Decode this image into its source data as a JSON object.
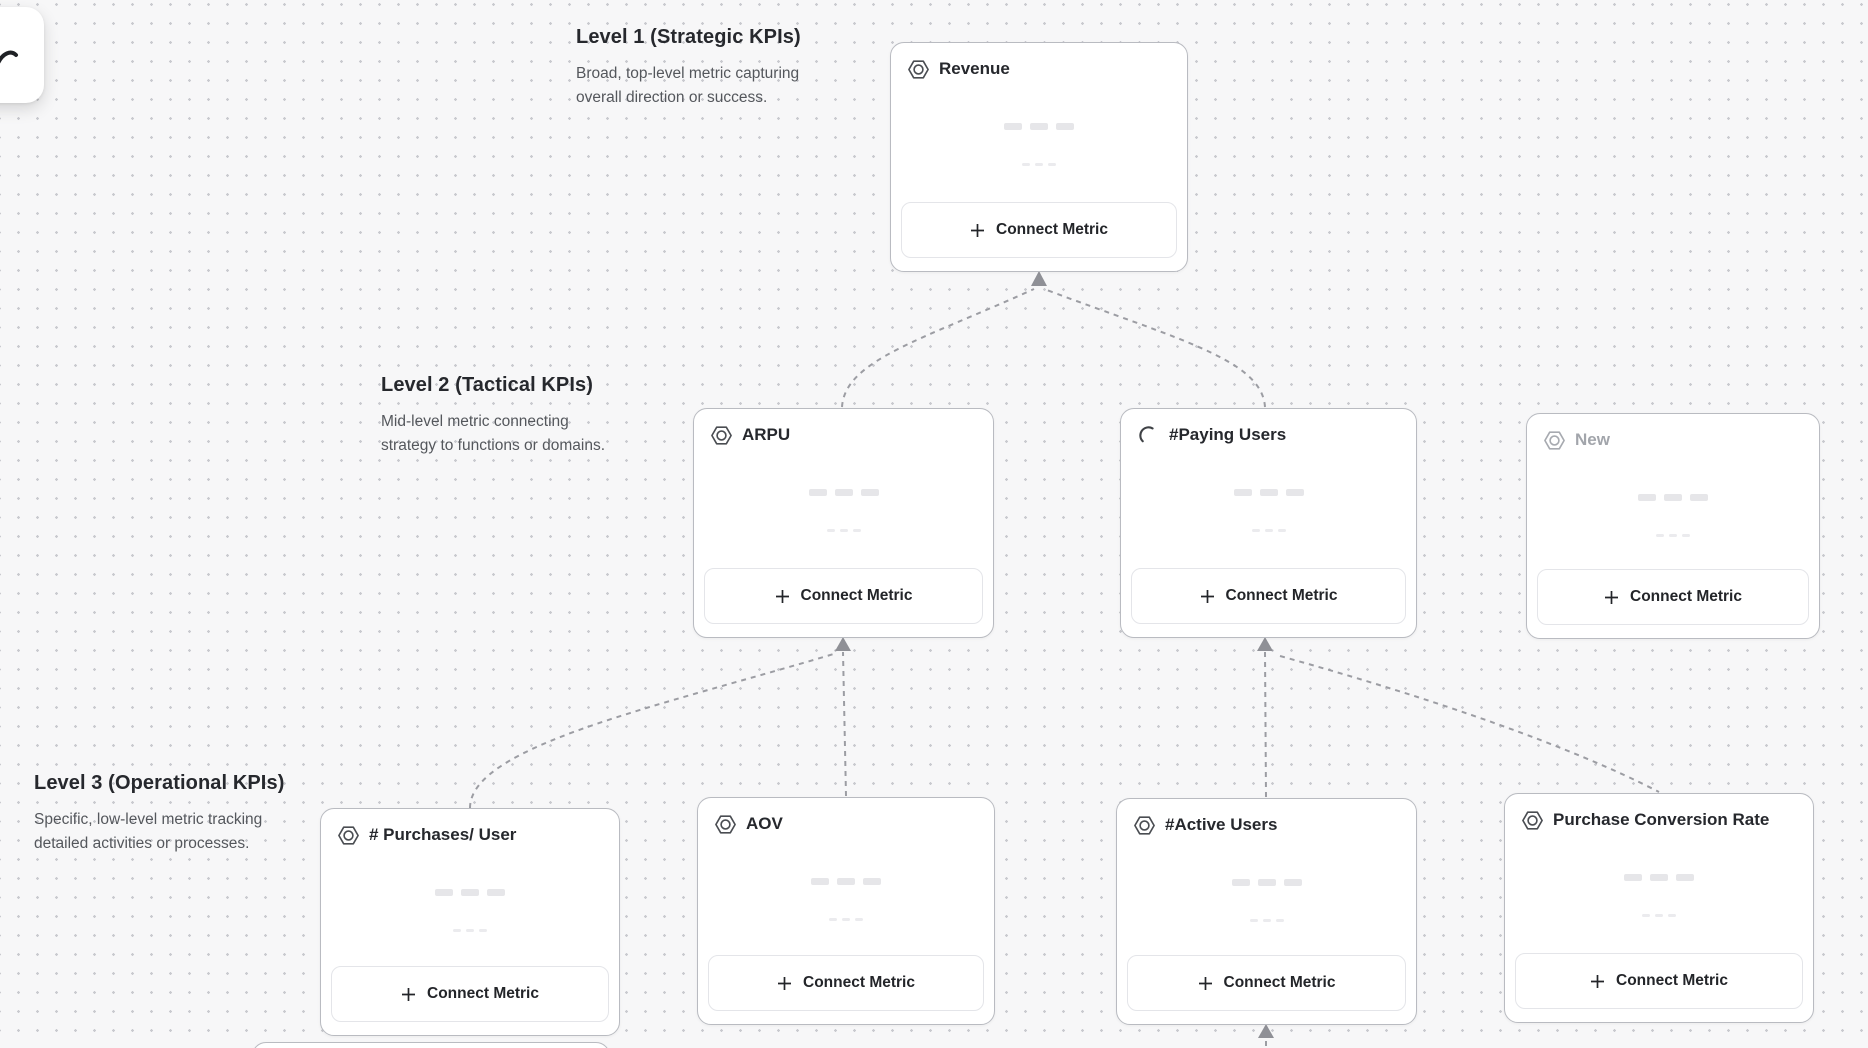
{
  "levels": [
    {
      "title": "Level 1 (Strategic KPIs)",
      "description": "Broad, top-level metric capturing\noverall direction or success."
    },
    {
      "title": "Level 2 (Tactical KPIs)",
      "description": "Mid-level metric connecting\nstrategy to functions or domains."
    },
    {
      "title": "Level 3 (Operational KPIs)",
      "description": "Specific, low-level metric tracking\ndetailed activities or processes."
    }
  ],
  "cards": [
    {
      "id": "revenue",
      "title": "Revenue",
      "icon": "hexagon-metric-icon",
      "state": "default",
      "button_label": "Connect Metric"
    },
    {
      "id": "arpu",
      "title": "ARPU",
      "icon": "hexagon-metric-icon",
      "state": "default",
      "button_label": "Connect Metric"
    },
    {
      "id": "paying-users",
      "title": "#Paying Users",
      "icon": "spinner-icon",
      "state": "loading",
      "button_label": "Connect Metric"
    },
    {
      "id": "new",
      "title": "New",
      "icon": "hexagon-metric-icon",
      "state": "muted",
      "button_label": "Connect Metric"
    },
    {
      "id": "purchases-per-user",
      "title": "# Purchases/ User",
      "icon": "hexagon-metric-icon",
      "state": "default",
      "button_label": "Connect Metric"
    },
    {
      "id": "aov",
      "title": "AOV",
      "icon": "hexagon-metric-icon",
      "state": "default",
      "button_label": "Connect Metric"
    },
    {
      "id": "active-users",
      "title": "#Active Users",
      "icon": "hexagon-metric-icon",
      "state": "default",
      "button_label": "Connect Metric"
    },
    {
      "id": "purchase-conversion-rate",
      "title": "Purchase Conversion Rate",
      "icon": "hexagon-metric-icon",
      "state": "default",
      "button_label": "Connect Metric"
    }
  ],
  "edges": [
    {
      "from": "arpu",
      "to": "revenue"
    },
    {
      "from": "paying-users",
      "to": "revenue"
    },
    {
      "from": "purchases-per-user",
      "to": "arpu"
    },
    {
      "from": "aov",
      "to": "arpu"
    },
    {
      "from": "active-users",
      "to": "paying-users"
    },
    {
      "from": "purchase-conversion-rate",
      "to": "paying-users"
    },
    {
      "from": "offscreen-below",
      "to": "active-users"
    }
  ],
  "colors": {
    "canvas_bg": "#f7f7f8",
    "dot_grid": "#c9cacf",
    "card_border": "#b9bbc1",
    "connector": "#9c9da3",
    "arrowhead": "#8f9096",
    "title_text": "#26282d",
    "description_text": "#54575c",
    "muted_text": "#a2a5ab",
    "button_border": "#e4e5e9",
    "skeleton_bar": "#e6e6e9"
  }
}
